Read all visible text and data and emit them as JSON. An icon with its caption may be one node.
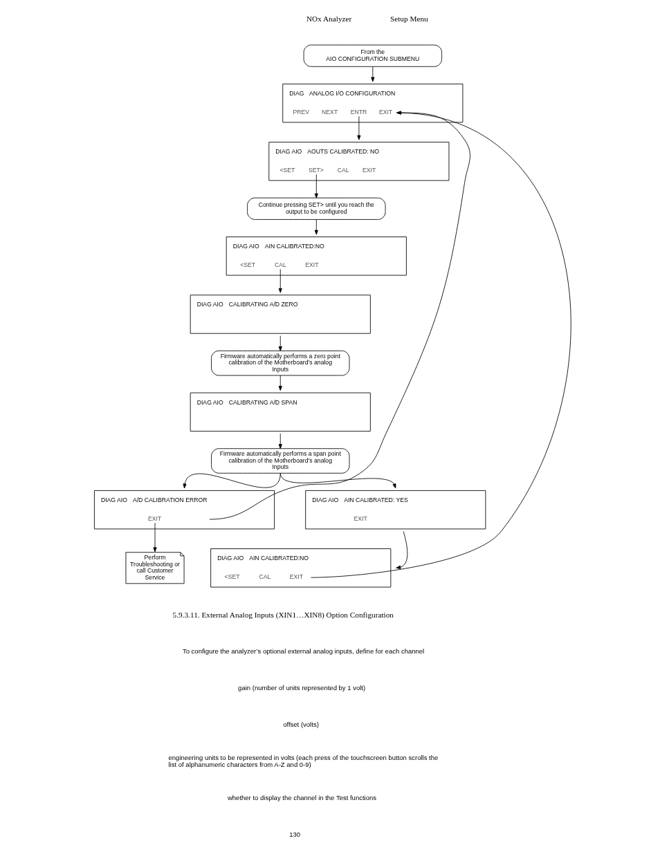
{
  "diagram": {
    "nodes": [
      {
        "text": [
          "From the",
          "AIO CONFIGURATION SUBMENU"
        ]
      },
      {
        "text": [
          "DIAG",
          "ANALOG I/O CONFIGURATION",
          "PREV",
          "NEXT",
          "ENTR",
          "EXIT"
        ]
      },
      {
        "text": [
          "DIAG AIO",
          "AOUTS CALIBRATED: NO",
          "<SET",
          "SET>",
          "CAL",
          "EXIT"
        ]
      },
      {
        "text": [
          "Continue pressing SET> until you reach the output to be configured"
        ]
      },
      {
        "text": [
          "DIAG AIO",
          "AIN CALIBRATED:NO",
          "<SET",
          "CAL",
          "EXIT"
        ]
      },
      {
        "text": [
          "DIAG AIO",
          "CALIBRATING A/D ZERO"
        ]
      },
      {
        "text": [
          "Firmware automatically performs a zero point calibration of the Motherboard’s analog Inputs"
        ]
      },
      {
        "text": [
          "DIAG AIO",
          "CALIBRATING A/D SPAN"
        ]
      },
      {
        "text": [
          "Firmware automatically performs a span point calibration of the Motherboard’s analog Inputs"
        ]
      },
      {
        "text": [
          "DIAG AIO",
          "A/D CALIBRATION ERROR",
          "EXIT"
        ]
      },
      {
        "text": [
          "DIAG AIO",
          "AIN CALIBRATED: YES",
          "EXIT"
        ]
      },
      {
        "text": [
          "Perform Troubleshooting or call Customer Service"
        ]
      },
      {
        "text": [
          "DIAG AIO",
          "AIN CALIBRATED:NO",
          "<SET",
          "CAL",
          "EXIT"
        ]
      }
    ],
    "edges": [
      {
        "from": 0,
        "to": 1,
        "arrow": "to"
      },
      {
        "from": 1,
        "to": 2,
        "arrow": "to"
      },
      {
        "from": 2,
        "to": 3,
        "arrow": "to"
      },
      {
        "from": 3,
        "to": 4,
        "arrow": "to"
      },
      {
        "from": 4,
        "to": 5,
        "arrow": "to"
      },
      {
        "from": 5,
        "to": 6,
        "arrow": "to"
      },
      {
        "from": 6,
        "to": 7,
        "arrow": "to"
      },
      {
        "from": 7,
        "to": 8,
        "arrow": "to"
      },
      {
        "from": 8,
        "to": 9,
        "arrow": "to"
      },
      {
        "from": 8,
        "to": 10,
        "arrow": "to"
      },
      {
        "from": 9,
        "to": 11,
        "arrow": "to"
      },
      {
        "from": 10,
        "to": 12,
        "arrow": "to"
      },
      {
        "from": 12,
        "to": 1,
        "arrow": "to"
      },
      {
        "from": 9,
        "to": 1,
        "arrow": "to"
      }
    ],
    "labels": [
      "NOx Analyzer",
      "Setup Menu",
      "5.9.3.11. External Analog Inputs (XIN1…XIN8) Option Configuration",
      "To configure the analyzer’s optional external analog inputs, define for each channel",
      "gain (number of units represented by 1 volt)",
      "offset (volts)",
      "engineering units to be represented in volts (each press of the touchscreen button scrolls the list of alphanumeric characters from A-Z and 0-9)",
      "whether to display the channel in the Test functions",
      "130"
    ]
  }
}
